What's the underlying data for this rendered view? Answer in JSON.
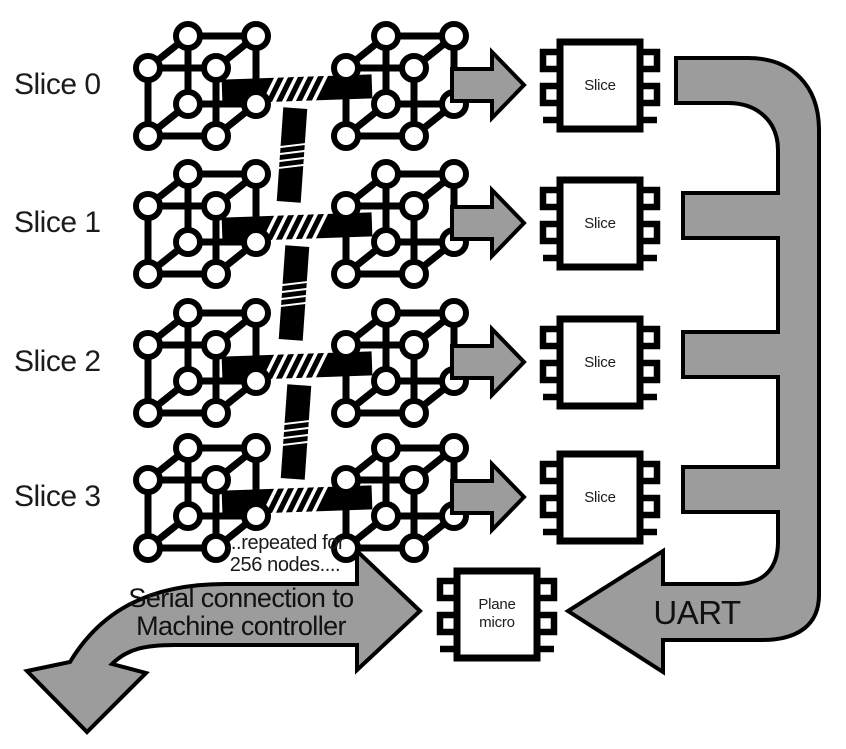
{
  "diagram_title": "",
  "rows": [
    {
      "label": "Slice 0",
      "chip_label": "Slice"
    },
    {
      "label": "Slice 1",
      "chip_label": "Slice"
    },
    {
      "label": "Slice 2",
      "chip_label": "Slice"
    },
    {
      "label": "Slice 3",
      "chip_label": "Slice"
    }
  ],
  "repeat_note": {
    "line1": "...repeated for",
    "line2": "256 nodes...."
  },
  "serial_arrow": {
    "line1": "Serial connection to",
    "line2": "Machine controller"
  },
  "uart_label": "UART",
  "plane_chip": {
    "line1": "Plane",
    "line2": "micro"
  },
  "icons": {
    "cube": "wireframe-cube-icon",
    "chip": "ic-chip-icon",
    "row_arrow": "right-block-arrow-icon",
    "bus": "uart-bus-arrow",
    "serial": "serial-connection-arrow"
  },
  "colors": {
    "arrow_gray": "#9c9c9c",
    "outline": "#000000",
    "background": "#ffffff",
    "link_bar": "#000000"
  }
}
